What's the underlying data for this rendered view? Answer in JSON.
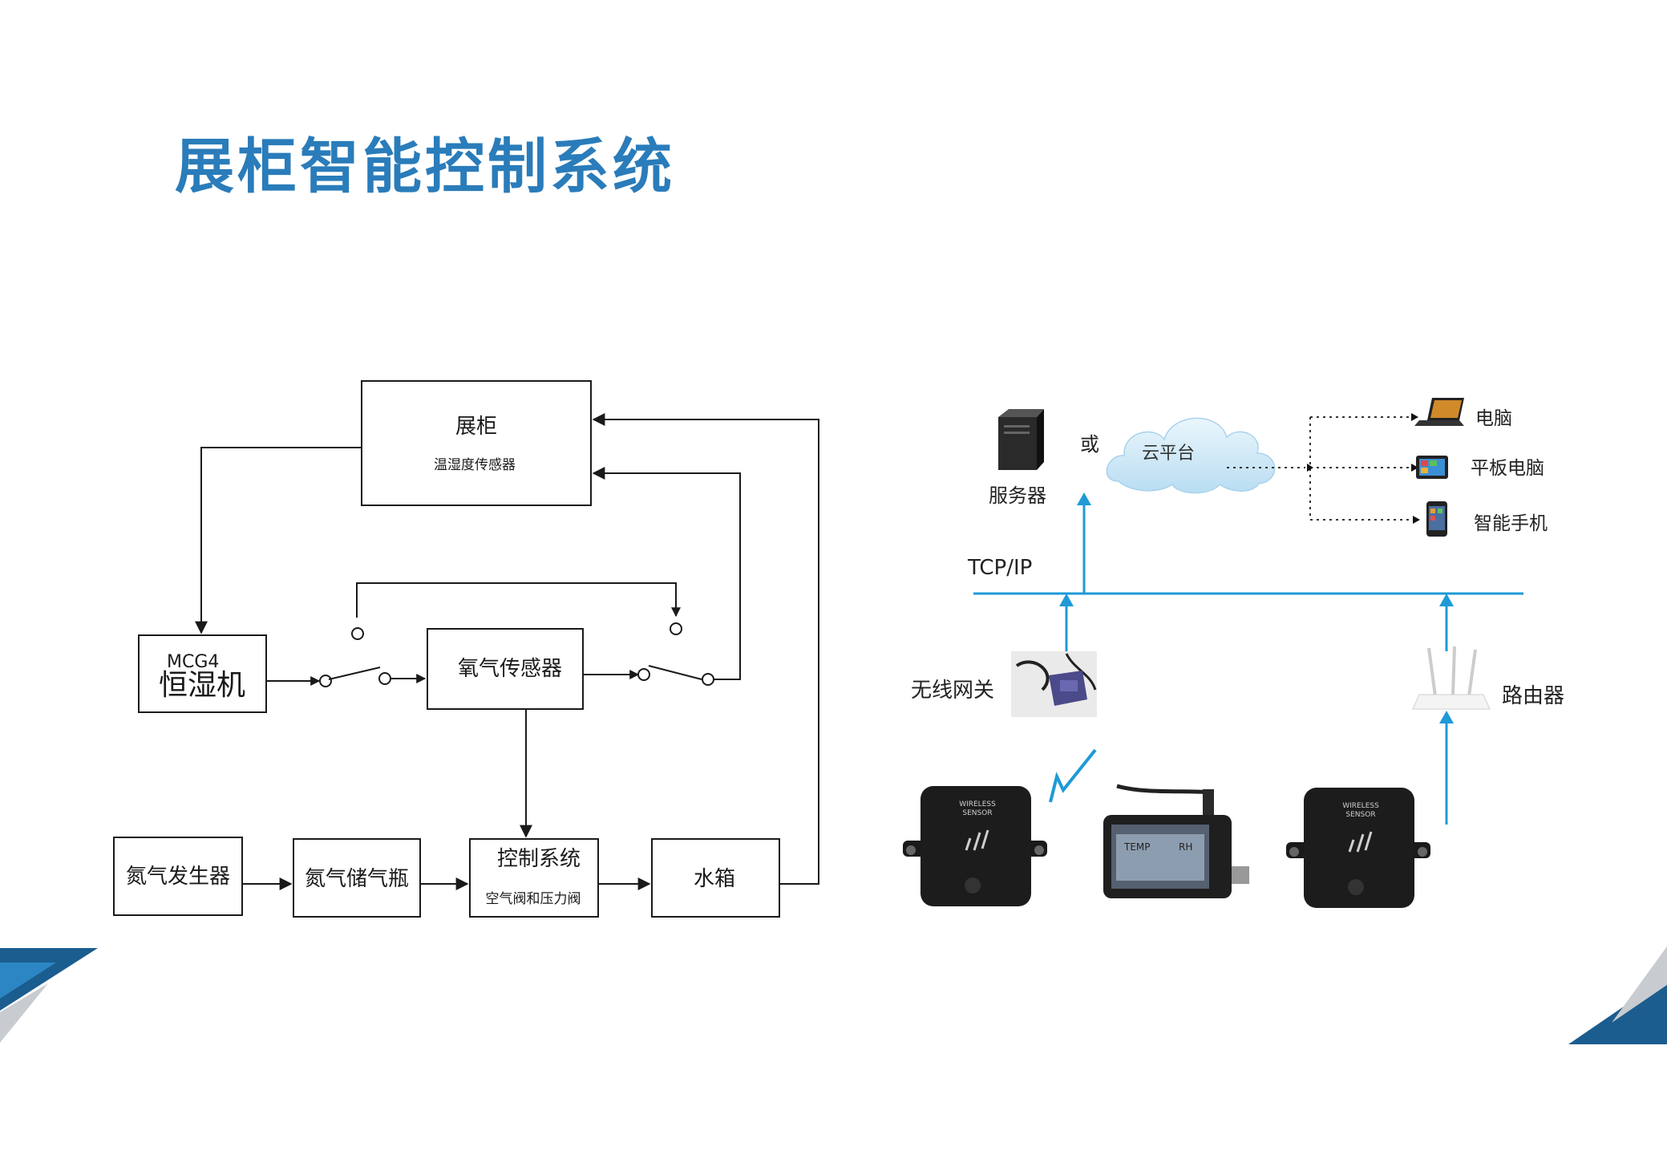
{
  "page": {
    "title": "展柜智能控制系统"
  },
  "control_diagram": {
    "cabinet": {
      "name": "展柜",
      "sensor": "温湿度传感器"
    },
    "humidifier": {
      "model": "MCG4",
      "name": "恒湿机"
    },
    "oxygen_sensor": "氧气传感器",
    "nitrogen_generator": "氮气发生器",
    "nitrogen_tank": "氮气储气瓶",
    "control_system": {
      "name": "控制系统",
      "detail": "空气阀和压力阀"
    },
    "water_tank": "水箱"
  },
  "network_diagram": {
    "server": "服务器",
    "or_label": "或",
    "cloud": "云平台",
    "devices": [
      "电脑",
      "平板电脑",
      "智能手机"
    ],
    "protocol": "TCP/IP",
    "gateway": "无线网关",
    "router": "路由器",
    "sensor_text": [
      "WIRELESS",
      "SENSOR"
    ],
    "display_text": {
      "temp": "TEMP",
      "rh": "RH"
    }
  },
  "colors": {
    "brand": "#2a7cba",
    "network_line": "#1e9ad6",
    "corner_dark": "#1b5d8f"
  },
  "icons": [
    "server-icon",
    "cloud-icon",
    "laptop-icon",
    "tablet-icon",
    "smartphone-icon",
    "router-icon",
    "wireless-gateway-image",
    "wireless-sensor-device",
    "lcd-controller-device"
  ]
}
